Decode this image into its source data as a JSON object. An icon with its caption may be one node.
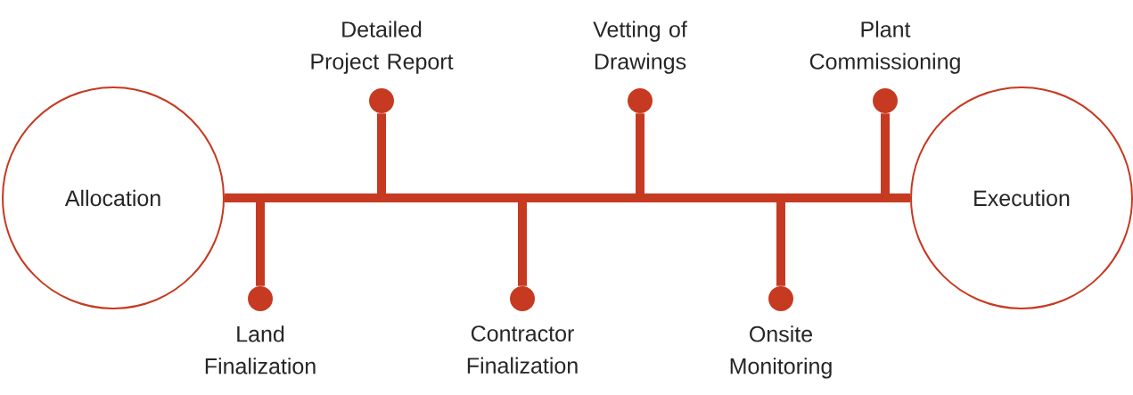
{
  "diagram": {
    "nodes": [
      {
        "text": [
          "Allocation"
        ]
      },
      {
        "text": [],
        "shape": "circle",
        "beside": [
          "Land Finalization"
        ]
      },
      {
        "text": [],
        "shape": "circle",
        "beside": [
          "Detailed Project Report"
        ]
      },
      {
        "text": [],
        "shape": "circle",
        "beside": [
          "Contractor Finalization"
        ]
      },
      {
        "text": [],
        "shape": "circle",
        "beside": [
          "Vetting of Drawings"
        ]
      },
      {
        "text": [],
        "shape": "circle",
        "beside": [
          "Onsite Monitoring"
        ]
      },
      {
        "text": [],
        "shape": "circle",
        "beside": [
          "Plant Commissioning"
        ]
      },
      {
        "text": [
          "Execution"
        ]
      }
    ],
    "edges": [
      {
        "from": 0,
        "to": 7,
        "arrow": "none"
      },
      {
        "from": null,
        "to": 1,
        "arrow": "none"
      },
      {
        "from": null,
        "to": 2,
        "arrow": "none"
      },
      {
        "from": null,
        "to": 3,
        "arrow": "none"
      },
      {
        "from": null,
        "to": 4,
        "arrow": "none"
      },
      {
        "from": null,
        "to": 5,
        "arrow": "none"
      },
      {
        "from": null,
        "to": 6,
        "arrow": "none"
      }
    ]
  }
}
